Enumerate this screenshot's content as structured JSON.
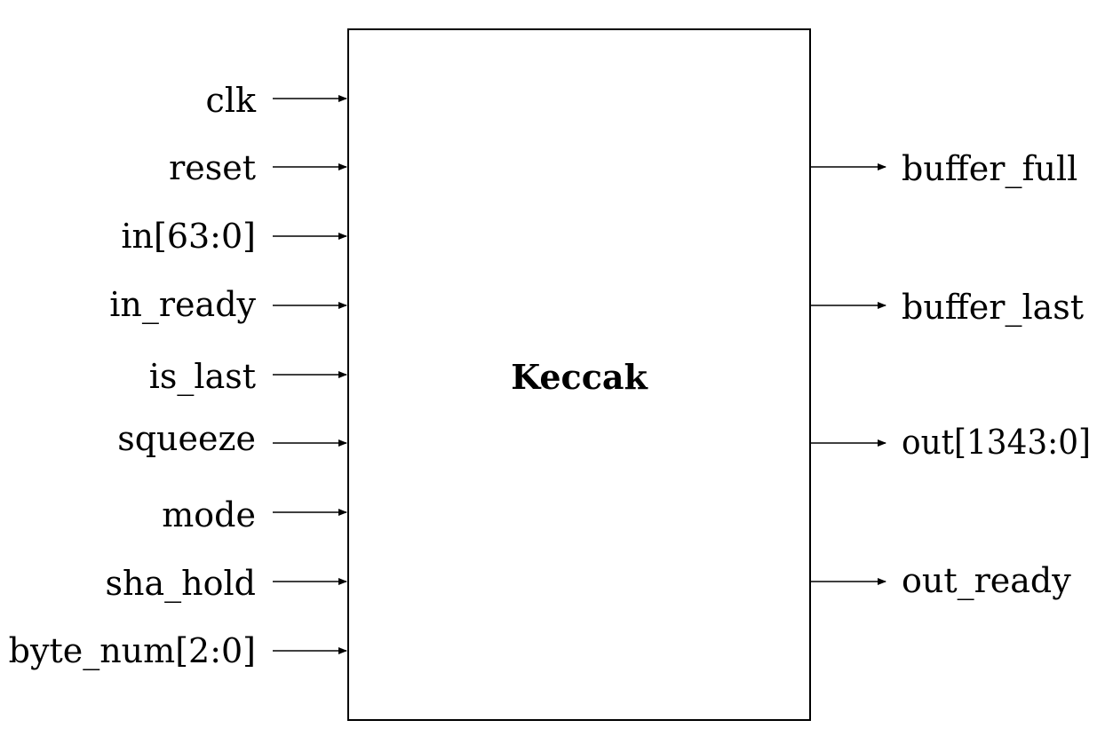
{
  "block": {
    "title": "Keccak"
  },
  "inputs": [
    {
      "label": "clk"
    },
    {
      "label": "reset"
    },
    {
      "label": "in[63:0]"
    },
    {
      "label": "in_ready"
    },
    {
      "label": "is_last"
    },
    {
      "label": "squeeze"
    },
    {
      "label": "mode"
    },
    {
      "label": "sha_hold"
    },
    {
      "label": "byte_num[2:0]"
    }
  ],
  "outputs": [
    {
      "label": "buffer_full"
    },
    {
      "label": "buffer_last"
    },
    {
      "label": "out[1343:0]"
    },
    {
      "label": "out_ready"
    }
  ]
}
